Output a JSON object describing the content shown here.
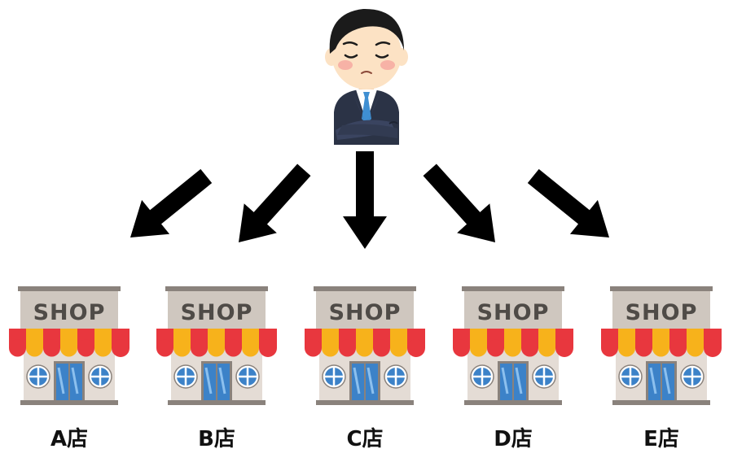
{
  "person": {
    "icon": "businessman-thinking-icon"
  },
  "arrow_icon": "arrow-icon",
  "shop_icon": "shop-icon",
  "shops": [
    {
      "sign": "SHOP",
      "label": "A店"
    },
    {
      "sign": "SHOP",
      "label": "B店"
    },
    {
      "sign": "SHOP",
      "label": "C店"
    },
    {
      "sign": "SHOP",
      "label": "D店"
    },
    {
      "sign": "SHOP",
      "label": "E店"
    }
  ],
  "colors": {
    "arrow": "#000000",
    "shop_wall": "#e4dcd5",
    "shop_header": "#c0b8b0",
    "awning_red": "#e8373e",
    "awning_yellow": "#f7b21b",
    "window_blue": "#3c82c8",
    "suit": "#2b3346",
    "tie": "#3f8fd2",
    "skin": "#fce2c4",
    "hair": "#1b1b1b"
  }
}
